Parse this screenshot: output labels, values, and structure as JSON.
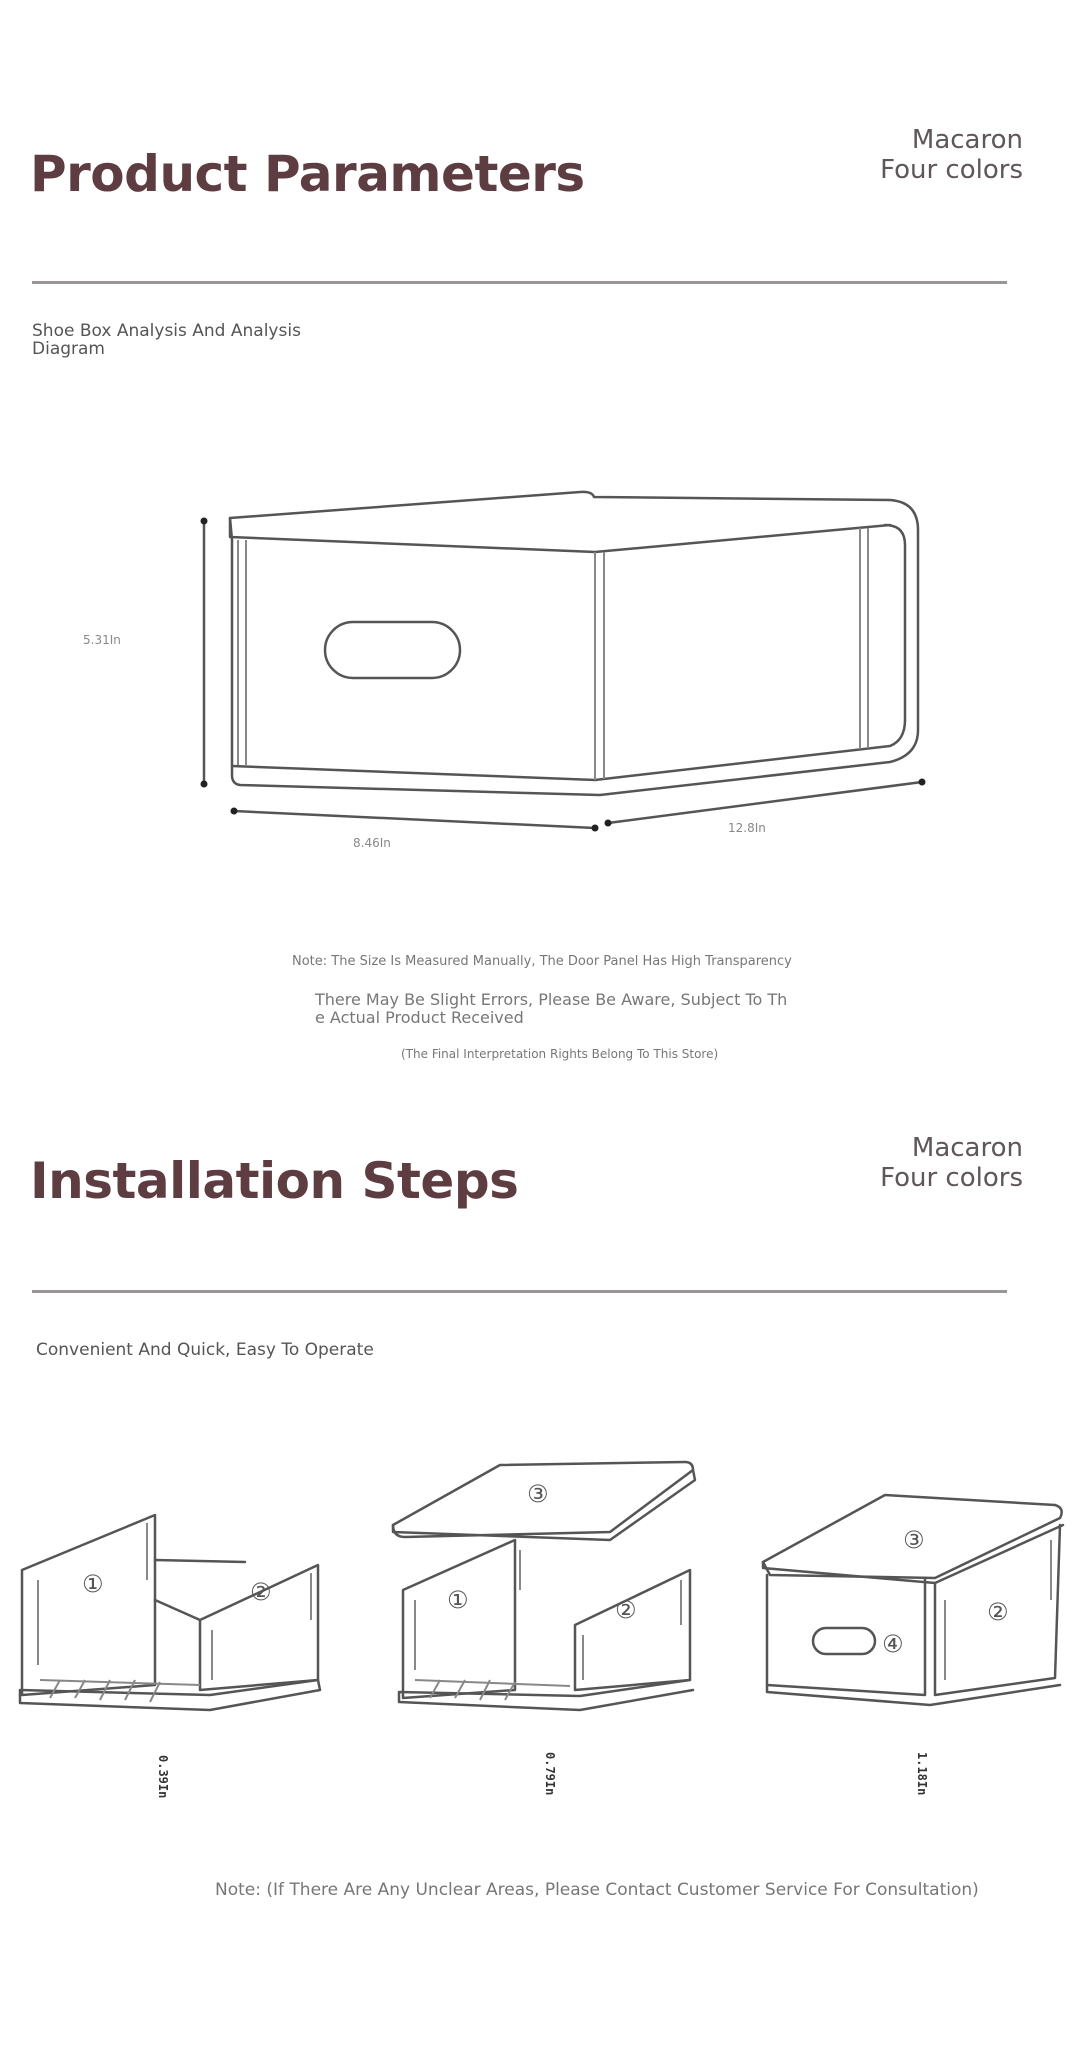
{
  "section1": {
    "title": "Product Parameters",
    "brand_line1": "Macaron",
    "brand_line2": "Four colors",
    "subtitle": "Shoe Box Analysis And Analysis Diagram",
    "dimensions": {
      "height": "5.31In",
      "width": "8.46In",
      "depth": "12.8In"
    },
    "notes": [
      "Note: The Size Is Measured Manually, The Door Panel Has High Transparency",
      "There May Be Slight Errors, Please Be Aware, Subject To The Actual Product Received",
      "(The Final Interpretation Rights Belong To This Store)"
    ]
  },
  "section2": {
    "title": "Installation Steps",
    "brand_line1": "Macaron",
    "brand_line2": "Four colors",
    "subtitle": "Convenient And Quick, Easy To Operate",
    "steps": [
      {
        "label": "0.39In",
        "parts": [
          "①",
          "②"
        ]
      },
      {
        "label": "0.79In",
        "parts": [
          "③",
          "①",
          "②"
        ]
      },
      {
        "label": "1.18In",
        "parts": [
          "③",
          "④",
          "②"
        ]
      }
    ],
    "note": "Note: (If There Are Any Unclear Areas, Please Contact Customer Service For Consultation)"
  }
}
